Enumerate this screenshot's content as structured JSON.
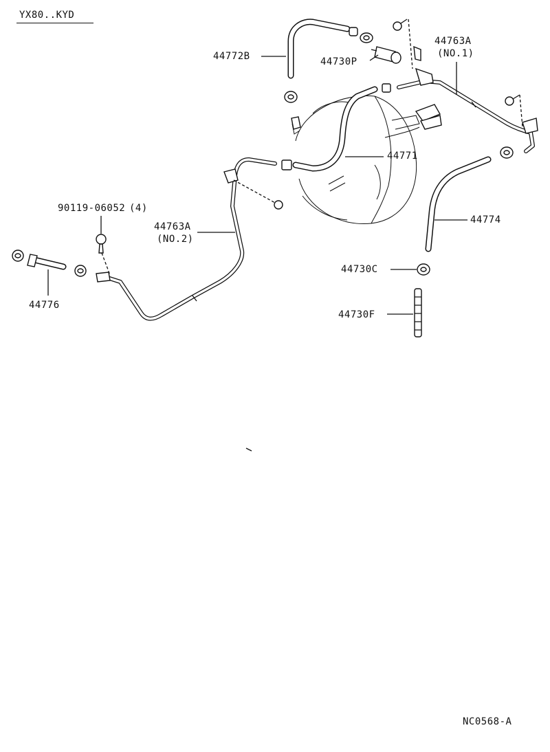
{
  "header": {
    "model": "YX80..KYD"
  },
  "footer": {
    "code": "NC0568-A"
  },
  "parts": [
    {
      "id": "p44772b",
      "number": "44772B"
    },
    {
      "id": "p44730p",
      "number": "44730P"
    },
    {
      "id": "p44763a1",
      "number": "44763A",
      "note": "(NO.1)"
    },
    {
      "id": "p44771",
      "number": "44771"
    },
    {
      "id": "p90119",
      "number": "90119-06052",
      "qty": "(4)"
    },
    {
      "id": "p44763a2",
      "number": "44763A",
      "note": "(NO.2)"
    },
    {
      "id": "p44774",
      "number": "44774"
    },
    {
      "id": "p44776",
      "number": "44776"
    },
    {
      "id": "p44730c",
      "number": "44730C"
    },
    {
      "id": "p44730f",
      "number": "44730F"
    }
  ]
}
